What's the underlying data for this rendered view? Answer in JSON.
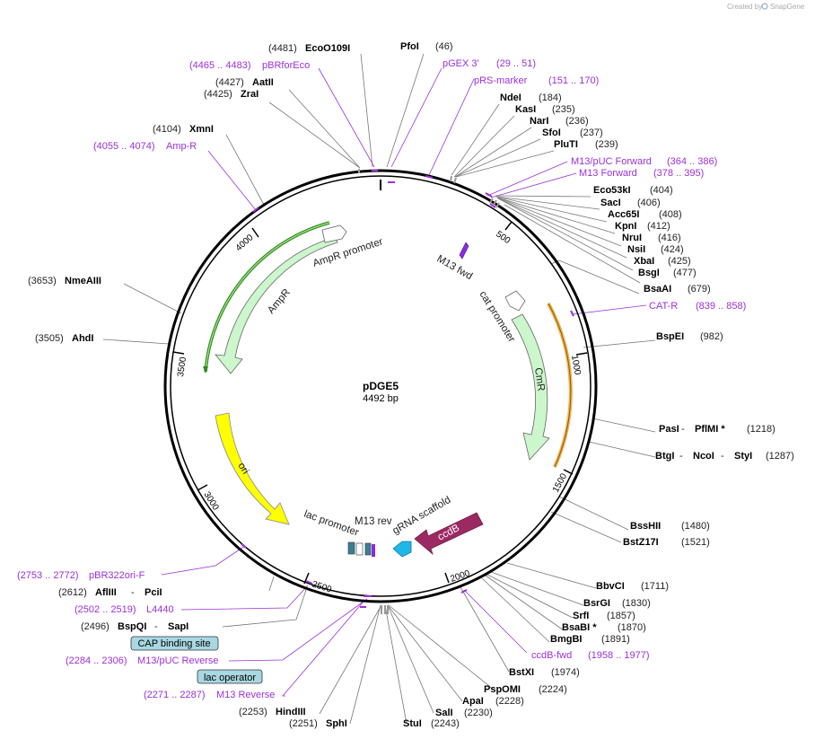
{
  "credit": {
    "prefix": "Created by",
    "brand": "SnapGene"
  },
  "plasmid": {
    "name": "pDGE5",
    "length_label": "4492 bp"
  },
  "colors": {
    "primer": "#9b30d9",
    "backbone": "#000000",
    "ampr": "#ccf6cc",
    "ori": "#ffff00",
    "ccdb": "#9c2a62",
    "grna": "#1fb6e8",
    "cmr_highlight": "#f0b24a",
    "ampr_highlight": "#2e8b1f"
  },
  "ticks": [
    "500",
    "1000",
    "1500",
    "2000",
    "2500",
    "3000",
    "3500",
    "4000"
  ],
  "features": {
    "ampr": "AmpR",
    "ampr_promoter": "AmpR promoter",
    "cat_promoter": "cat promoter",
    "cmr": "CmR",
    "ori": "ori",
    "ccdb": "ccdB",
    "grna": "gRNA scaffold",
    "m13fwd": "M13 fwd",
    "m13rev": "M13 rev",
    "lac_promoter": "lac promoter"
  },
  "sites": [
    {
      "pre": "(4481)",
      "name": "EcoO109I"
    },
    {
      "name": "PfoI",
      "post": "(46)"
    },
    {
      "pre": "(4427)",
      "name": "AatII"
    },
    {
      "pre": "(4425)",
      "name": "ZraI"
    },
    {
      "name": "NdeI",
      "post": "(184)"
    },
    {
      "name": "KasI",
      "post": "(235)"
    },
    {
      "name": "NarI",
      "post": "(236)"
    },
    {
      "name": "SfoI",
      "post": "(237)"
    },
    {
      "name": "PluTI",
      "post": "(239)"
    },
    {
      "pre": "(4104)",
      "name": "XmnI"
    },
    {
      "name": "Eco53kI",
      "post": "(404)"
    },
    {
      "name": "SacI",
      "post": "(406)"
    },
    {
      "name": "Acc65I",
      "post": "(408)"
    },
    {
      "name": "KpnI",
      "post": "(412)"
    },
    {
      "name": "NruI",
      "post": "(416)"
    },
    {
      "name": "NsiI",
      "post": "(424)"
    },
    {
      "name": "XbaI",
      "post": "(425)"
    },
    {
      "name": "BsgI",
      "post": "(477)"
    },
    {
      "name": "BsaAI",
      "post": "(679)"
    },
    {
      "pre": "(3653)",
      "name": "NmeAIII"
    },
    {
      "name": "BspEI",
      "post": "(982)"
    },
    {
      "pre": "(3505)",
      "name": "AhdI"
    },
    {
      "name": "PasI",
      "post": "(1218)",
      "mid": " - ",
      "name2": "PflMI *"
    },
    {
      "name": "BtgI",
      "mid": " - ",
      "name2": "NcoI",
      "mid2": " - ",
      "name3": "StyI",
      "post": "(1287)"
    },
    {
      "name": "BssHII",
      "post": "(1480)"
    },
    {
      "name": "BstZ17I",
      "post": "(1521)"
    },
    {
      "name": "BbvCI",
      "post": "(1711)"
    },
    {
      "name": "BsrGI",
      "post": "(1830)"
    },
    {
      "name": "SrfI",
      "post": "(1857)"
    },
    {
      "name": "BsaBI *",
      "post": "(1870)"
    },
    {
      "name": "BmgBI",
      "post": "(1891)"
    },
    {
      "pre": "(2612)",
      "name": "AflIII",
      "mid": " - ",
      "name2": "PciI"
    },
    {
      "pre": "(2496)",
      "name": "BspQI",
      "mid": " - ",
      "name2": "SapI"
    },
    {
      "name": "BstXI",
      "post": "(1974)"
    },
    {
      "name": "PspOMI",
      "post": "(2224)"
    },
    {
      "name": "ApaI",
      "post": "(2228)"
    },
    {
      "name": "SalI",
      "post": "(2230)"
    },
    {
      "name": "StuI",
      "post": "(2243)"
    },
    {
      "pre": "(2253)",
      "name": "HindIII"
    },
    {
      "pre": "(2251)",
      "name": "SphI"
    }
  ],
  "primers": [
    {
      "range": "(4465 .. 4483)",
      "name": "pBRforEco"
    },
    {
      "name": "pGEX 3'",
      "range": "(29 .. 51)"
    },
    {
      "name": "pRS-marker",
      "range": "(151 .. 170)"
    },
    {
      "pre": "(4055 .. 4074)",
      "name": "Amp-R"
    },
    {
      "name": "M13/pUC Forward",
      "range": "(364 .. 386)"
    },
    {
      "name": "M13 Forward",
      "range": "(378 .. 395)"
    },
    {
      "name": "CAT-R",
      "range": "(839 .. 858)"
    },
    {
      "range": "(2753 .. 2772)",
      "name": "pBR322ori-F"
    },
    {
      "range": "(2502 .. 2519)",
      "name": "L4440"
    },
    {
      "range": "(2284 .. 2306)",
      "name": "M13/pUC Reverse"
    },
    {
      "range": "(2271 .. 2287)",
      "name": "M13 Reverse"
    },
    {
      "name": "ccdB-fwd",
      "range": "(1958 .. 1977)"
    }
  ],
  "badges": {
    "cap": "CAP binding site",
    "lacop": "lac operator"
  }
}
